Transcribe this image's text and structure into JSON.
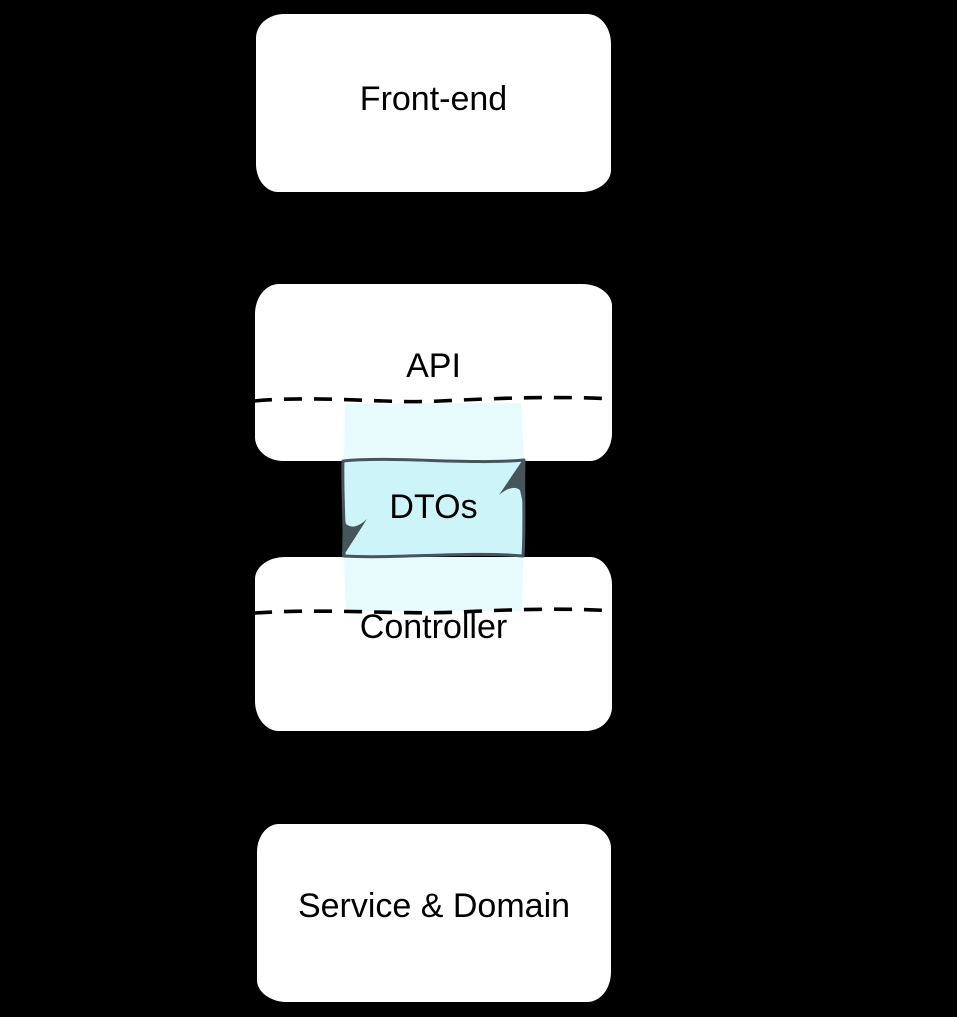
{
  "diagram": {
    "kind": "layered-architecture-sketch",
    "nodes": [
      {
        "id": "frontend",
        "label": "Front-end"
      },
      {
        "id": "api",
        "label": "API"
      },
      {
        "id": "dtos",
        "label": "DTOs"
      },
      {
        "id": "controller",
        "label": "Controller"
      },
      {
        "id": "service-domain",
        "label": "Service & Domain"
      }
    ],
    "colors": {
      "canvas_bg": "#000000",
      "box_fill": "#ffffff",
      "text_color": "#000000",
      "dto_fill": "#cdf4f8",
      "dto_fill_faded": "#e7fafc",
      "dto_stroke": "#46555b",
      "dashed_line": "#000000"
    }
  }
}
